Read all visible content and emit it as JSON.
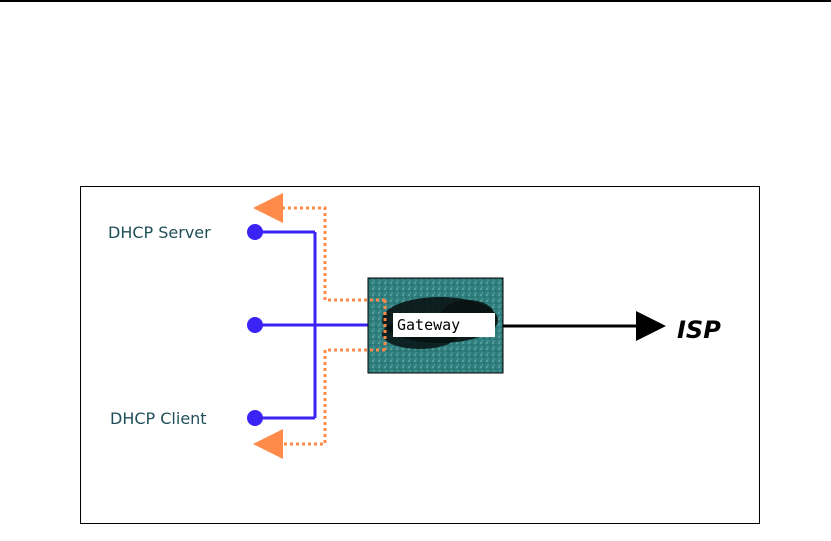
{
  "labels": {
    "dhcp_server": "DHCP Server",
    "dhcp_client": "DHCP Client",
    "gateway": "Gateway",
    "isp": "ISP"
  },
  "colors": {
    "wire": "#3b22f5",
    "node": "#3b22f5",
    "dhcp_flow": "#ff8a4a",
    "gateway_box": "#2f7f7f",
    "arrow": "#000000",
    "label_text": "#1f4f5a"
  }
}
